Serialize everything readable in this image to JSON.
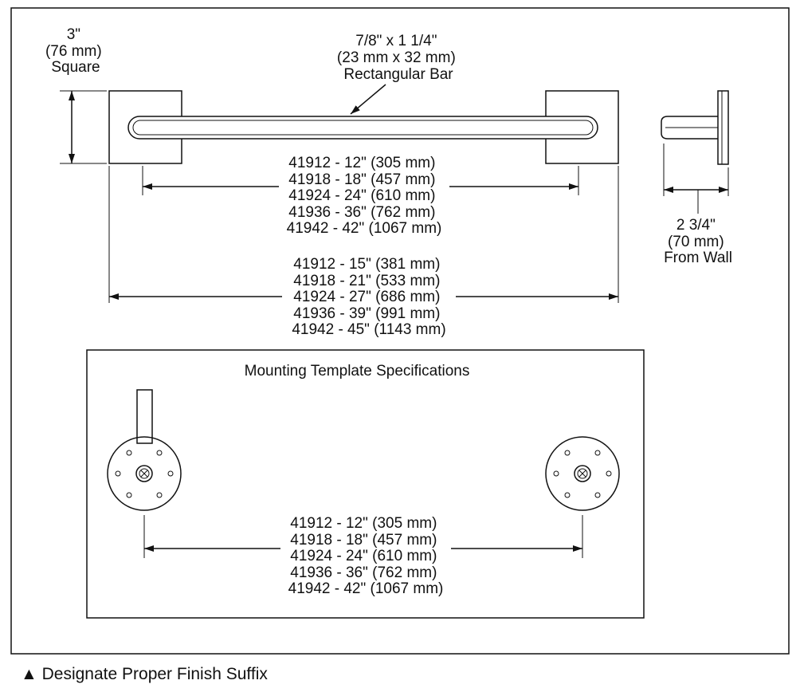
{
  "square_label": [
    "3\"",
    "(76 mm)",
    "Square"
  ],
  "bar_label": [
    "7/8\" x 1 1/4\"",
    "(23 mm x 32 mm)",
    "Rectangular Bar"
  ],
  "inner_dims": [
    "41912 - 12\" (305 mm)",
    "41918 - 18\" (457 mm)",
    "41924 - 24\" (610 mm)",
    "41936 - 36\" (762 mm)",
    "41942 - 42\" (1067 mm)"
  ],
  "overall_dims": [
    "41912 - 15\" (381 mm)",
    "41918 - 21\" (533 mm)",
    "41924 - 27\" (686 mm)",
    "41936 - 39\" (991 mm)",
    "41942 - 45\" (1143 mm)"
  ],
  "wall_label": [
    "2 3/4\"",
    "(70 mm)",
    "From Wall"
  ],
  "template_title": "Mounting Template Specifications",
  "template_dims": [
    "41912 - 12\" (305 mm)",
    "41918 - 18\" (457 mm)",
    "41924 - 24\" (610 mm)",
    "41936 - 36\" (762 mm)",
    "41942 - 42\" (1067 mm)"
  ],
  "footer_text": "▲ Designate Proper Finish Suffix"
}
